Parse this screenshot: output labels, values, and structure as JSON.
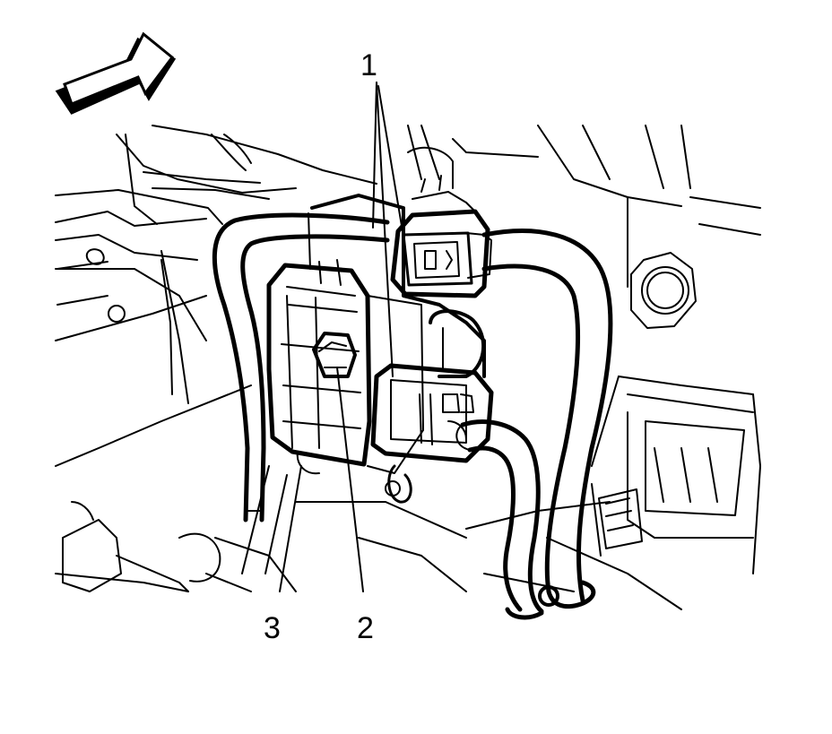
{
  "callouts": {
    "one": "1",
    "two": "2",
    "three": "3"
  },
  "colors": {
    "line": "#000000",
    "background": "#ffffff"
  },
  "icons": {
    "direction": "forward-direction-arrow-icon"
  }
}
